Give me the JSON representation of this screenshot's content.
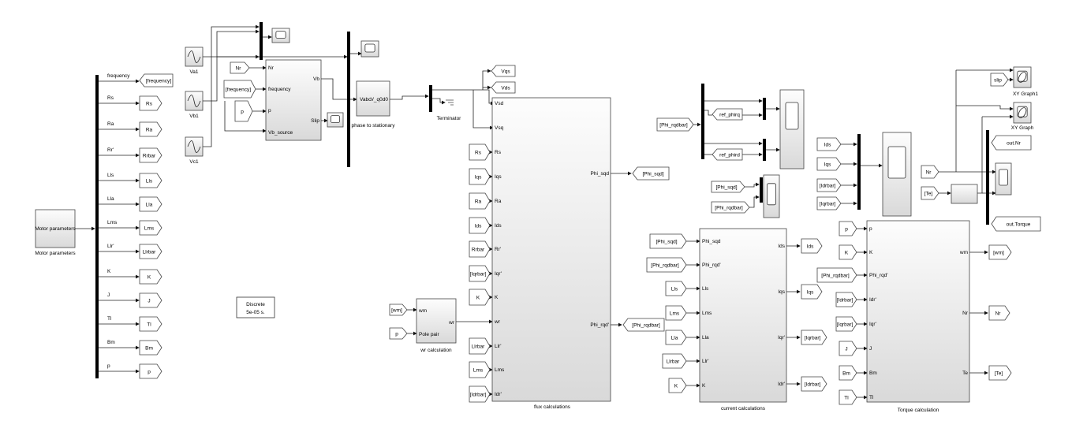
{
  "motor_params_block": {
    "label": "Motor parameters",
    "caption": "Motor parameters"
  },
  "motor_params_bus": [
    "frequency",
    "Rs",
    "Ra",
    "Rr'",
    "Lls",
    "Lla",
    "Lms",
    "Llr'",
    "K",
    "J",
    "Tl",
    "Bm",
    "p"
  ],
  "motor_params_goto": [
    "[frequency]",
    "Rs",
    "Ra",
    "Rrbar",
    "Lls",
    "Lla",
    "Lms",
    "Llrbar",
    "K",
    "J",
    "Tl",
    "Bm",
    "p"
  ],
  "sources": [
    "Va1",
    "Vb1",
    "Vc1"
  ],
  "vb_source": {
    "inputs": [
      "Nr",
      "[frequency]",
      "p"
    ],
    "in_ports": [
      "Nr",
      "frequency",
      "p"
    ],
    "out_ports": [
      "Vb",
      "Slip"
    ],
    "bottom_port": "Vb_source"
  },
  "transform": {
    "in_port": "Vabc",
    "out_port": "V_q0d0",
    "caption": "phase to stationary"
  },
  "terminator": "Terminator",
  "flux": {
    "caption": "flux calculations",
    "top_outputs": [
      "Vqs",
      "Vds"
    ],
    "in_ports": [
      "Vsd",
      "Vsq",
      "Rs",
      "Iqs",
      "Ra",
      "Ids",
      "Rr'",
      "Iqr'",
      "K",
      "wr",
      "Llr'",
      "Lms",
      "Idr'"
    ],
    "from_tags": [
      "Rs",
      "Iqs",
      "Ra",
      "Ids",
      "Rrbar",
      "[Iqrbar]",
      "K",
      "Llrbar",
      "Lms",
      "[Idrbar]"
    ],
    "out_ports": [
      "Phi_sqd",
      "Phi_rqd'"
    ],
    "out_tags": [
      "[Phi_sqd]",
      "[Phi_rqdbar]"
    ]
  },
  "wr_calc": {
    "in_tags": [
      "[wm]",
      "p"
    ],
    "in_ports": [
      "wm",
      "Pole pair"
    ],
    "out_port": "wr",
    "caption": "wr calculation"
  },
  "discrete": {
    "line1": "Discrete",
    "line2": "5e-05 s."
  },
  "ref_section": {
    "from": "[Phi_rqdbar]",
    "tags": [
      "ref_phirq",
      "ref_phird"
    ]
  },
  "scope_from": [
    "[Phi_sqd]",
    "[Phi_rqdbar]"
  ],
  "current_scope_from": [
    "Ids",
    "Iqs",
    "[Idrbar]",
    "[Iqrbar]"
  ],
  "current": {
    "caption": "current calculations",
    "from_tags": [
      "[Phi_sqd]",
      "[Phi_rqdbar]",
      "Lls",
      "Lms",
      "Lla",
      "Llrbar",
      "K"
    ],
    "in_ports": [
      "Phi_sqd",
      "Phi_rqd'",
      "Lls",
      "Lms",
      "Lla",
      "Llr'",
      "K"
    ],
    "out_ports": [
      "Ids",
      "Iqs",
      "Iqr'",
      "Idr'"
    ],
    "out_tags": [
      "Ids",
      "Iqs",
      "[Iqrbar]",
      "[Idrbar]"
    ]
  },
  "torque": {
    "caption": "Torque calculation",
    "from_tags": [
      "p",
      "K",
      "[Phi_rqdbar]",
      "[Idrbar]",
      "[Iqrbar]",
      "J",
      "Bm",
      "Tl"
    ],
    "in_ports": [
      "p",
      "K",
      "Phi_rqd'",
      "Idr'",
      "Iqr'",
      "J",
      "Bm",
      "Tl"
    ],
    "out_ports": [
      "wm",
      "Nr",
      "Te"
    ],
    "out_tags": [
      "[wm]",
      "Nr",
      "[Te]"
    ]
  },
  "xy": {
    "slip": "slip",
    "graph1": "XY Graph1",
    "graph": "XY Graph"
  },
  "outputs": {
    "nr_in": "Nr",
    "te_in": "[Te]",
    "out_nr": "out.Nr",
    "out_torque": "out.Torque"
  },
  "colors": {
    "caption_blue": "#1f5fbf",
    "terminator_blue": "#2a7fd4"
  }
}
